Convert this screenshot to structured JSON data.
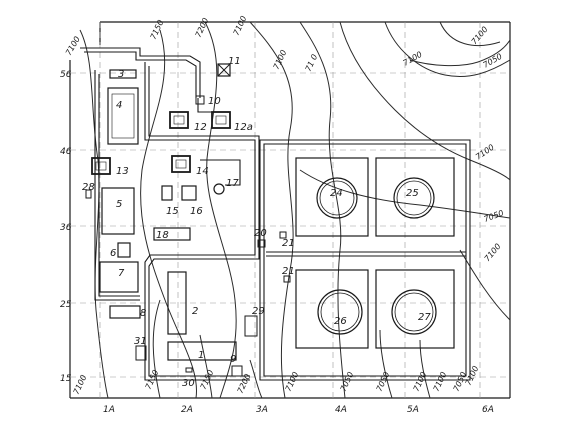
{
  "grid": {
    "columns": [
      "1A",
      "2A",
      "3A",
      "4A",
      "5A",
      "6A"
    ],
    "rows": [
      "56",
      "46",
      "36",
      "25",
      "15"
    ]
  },
  "contour_labels": [
    "7100",
    "7150",
    "7200",
    "7100",
    "7100",
    "71 0",
    "7100",
    "7100",
    "7050",
    "7100",
    "7050",
    "7100",
    "7100",
    "7150",
    "7150",
    "7200",
    "7100",
    "7050",
    "7050",
    "7100",
    "7100",
    "7050",
    "7100"
  ],
  "buildings": [
    "1",
    "2",
    "3",
    "4",
    "5",
    "6",
    "7",
    "8",
    "9",
    "10",
    "11",
    "12",
    "12a",
    "13",
    "14",
    "15",
    "16",
    "17",
    "18",
    "20",
    "21",
    "21",
    "24",
    "25",
    "26",
    "27",
    "28",
    "29",
    "30",
    "31"
  ]
}
